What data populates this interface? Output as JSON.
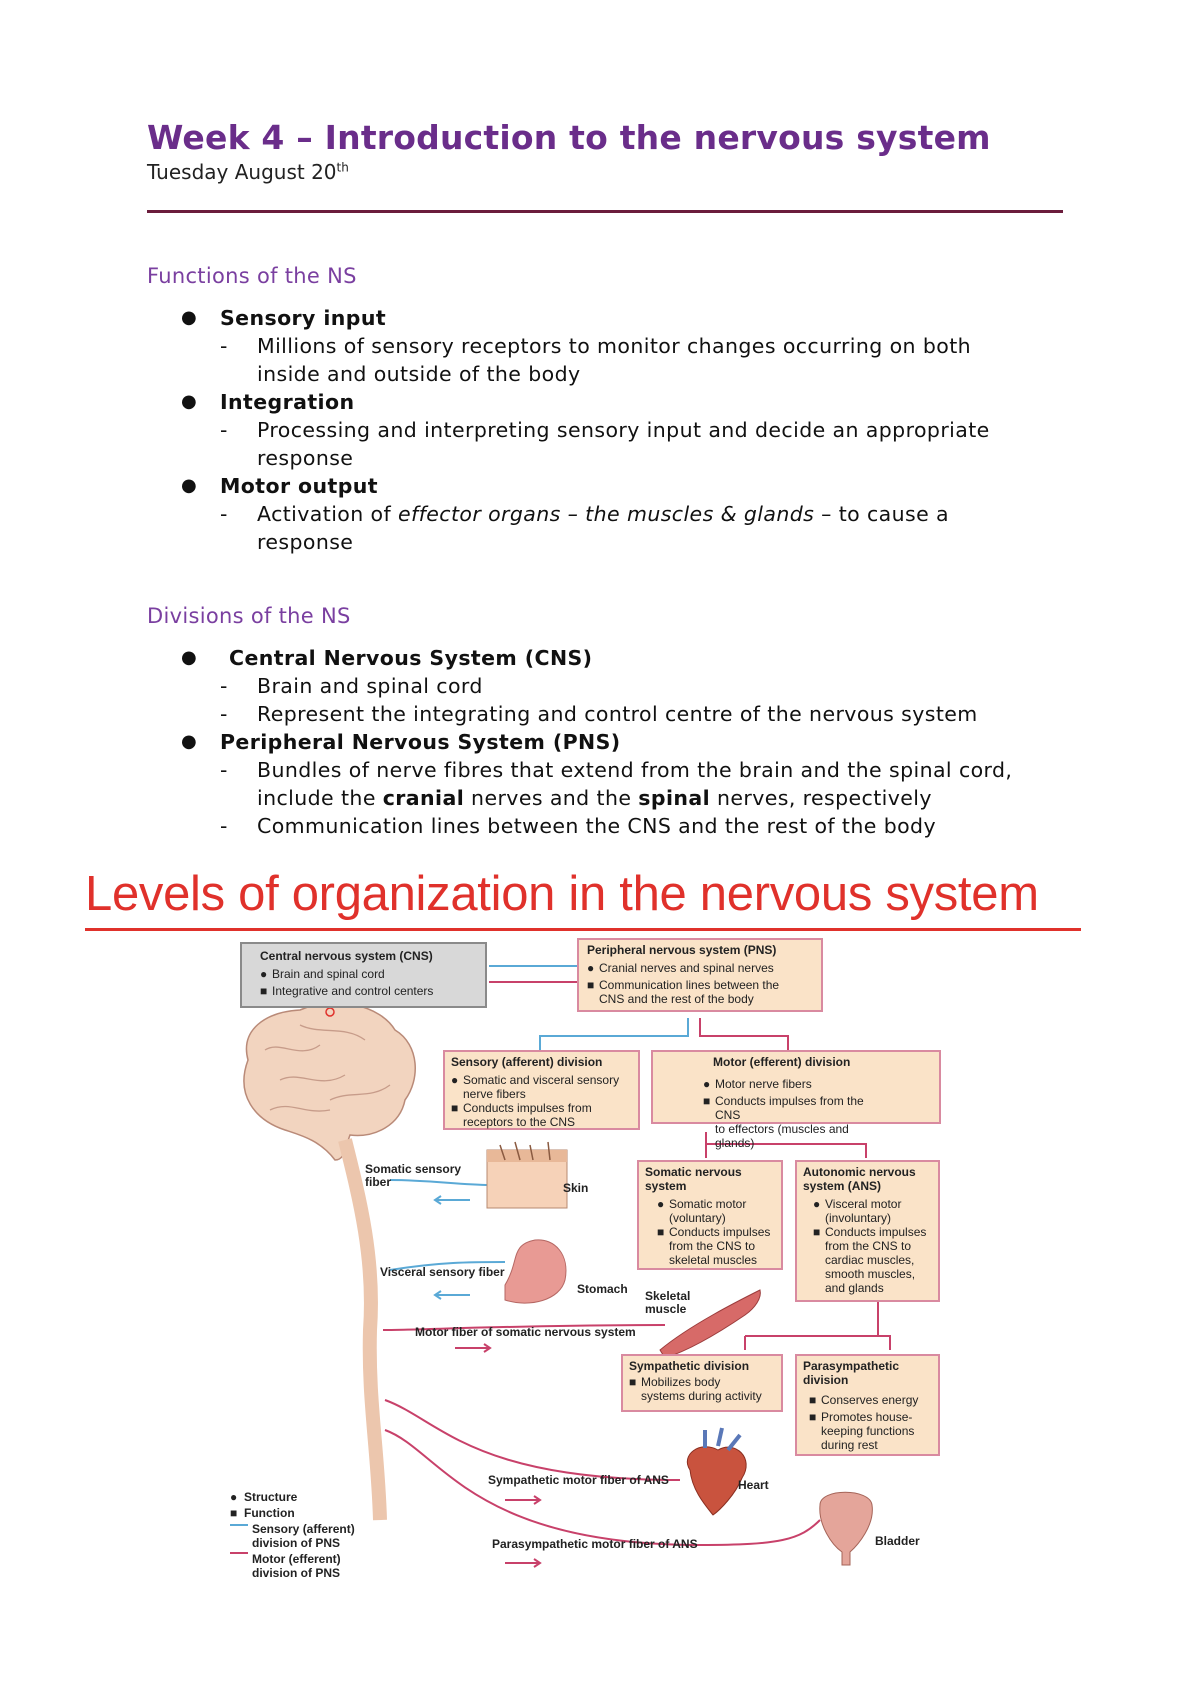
{
  "header": {
    "title": "Week 4 – Introduction to the nervous system",
    "date": "Tuesday August 20",
    "date_sup": "th"
  },
  "functions": {
    "heading": "Functions of the NS",
    "items": [
      {
        "label": "Sensory input",
        "subs": [
          "Millions of sensory receptors to monitor changes occurring on both",
          "inside and outside of the body"
        ]
      },
      {
        "label": "Integration",
        "subs": [
          "Processing and interpreting sensory input and decide an appropriate",
          "response"
        ]
      },
      {
        "label": "Motor output",
        "subs_a": "Activation of ",
        "subs_b": "effector organs – the muscles & glands",
        "subs_c": " – to cause a",
        "subs_d": "response"
      }
    ]
  },
  "divisions": {
    "heading": "Divisions of the NS",
    "cns_label": "Central Nervous System (CNS)",
    "cns_subs": [
      "Brain and spinal cord",
      "Represent the integrating and control centre of the nervous system"
    ],
    "pns_label": "Peripheral Nervous System (PNS)",
    "pns_sub1_a": "Bundles of nerve fibres that extend from the brain and the spinal cord,",
    "pns_sub1_b": "include the ",
    "pns_sub1_c": "cranial",
    "pns_sub1_d": " nerves and the ",
    "pns_sub1_e": "spinal",
    "pns_sub1_f": " nerves, respectively",
    "pns_sub2": "Communication lines between the CNS and the rest of the body"
  },
  "figure": {
    "title": "Levels of organization in the nervous system",
    "cns_box": {
      "title": "Central nervous system (CNS)",
      "structure": "Brain and spinal cord",
      "function": "Integrative and control centers"
    },
    "pns_box": {
      "title": "Peripheral nervous system (PNS)",
      "structure": "Cranial nerves and spinal nerves",
      "function": "Communication lines between the",
      "function2": "CNS and the rest of the body"
    },
    "sensory_box": {
      "title": "Sensory (afferent) division",
      "structure": "Somatic and visceral sensory",
      "structure2": "nerve fibers",
      "function": "Conducts impulses from",
      "function2": "receptors to the CNS"
    },
    "motor_box": {
      "title": "Motor (efferent) division",
      "structure": "Motor nerve fibers",
      "function": "Conducts impulses from the CNS",
      "function2": "to effectors (muscles and glands)"
    },
    "somatic_box": {
      "title": "Somatic nervous",
      "title2": "system",
      "structure": "Somatic motor",
      "structure2": "(voluntary)",
      "function": "Conducts impulses",
      "function2": "from the CNS to",
      "function3": "skeletal muscles"
    },
    "ans_box": {
      "title": "Autonomic nervous",
      "title2": "system (ANS)",
      "structure": "Visceral motor",
      "structure2": "(involuntary)",
      "function": "Conducts impulses",
      "function2": "from the CNS to",
      "function3": "cardiac muscles,",
      "function4": "smooth muscles,",
      "function5": "and glands"
    },
    "symp_box": {
      "title": "Sympathetic division",
      "function": "Mobilizes body",
      "function2": "systems during activity"
    },
    "para_box": {
      "title": "Parasympathetic",
      "title2": "division",
      "function": "Conserves energy",
      "function2": "Promotes house-",
      "function3": "keeping functions",
      "function4": "during rest"
    },
    "labels": {
      "somatic_sensory": "Somatic sensory",
      "somatic_sensory2": "fiber",
      "skin": "Skin",
      "visceral_sensory": "Visceral sensory fiber",
      "stomach": "Stomach",
      "skeletal": "Skeletal",
      "skeletal2": "muscle",
      "motor_fiber": "Motor fiber of somatic nervous system",
      "symp_fiber": "Sympathetic motor fiber of ANS",
      "heart": "Heart",
      "para_fiber": "Parasympathetic motor fiber of ANS",
      "bladder": "Bladder"
    },
    "legend": {
      "structure": "Structure",
      "function": "Function",
      "sensory": "Sensory (afferent)",
      "sensory2": "division of PNS",
      "motor": "Motor (efferent)",
      "motor2": "division of PNS"
    },
    "colors": {
      "sensory": "#5aa9d6",
      "motor": "#c8416a",
      "title_red": "#e0312b",
      "peach": "#fae3c8"
    }
  }
}
